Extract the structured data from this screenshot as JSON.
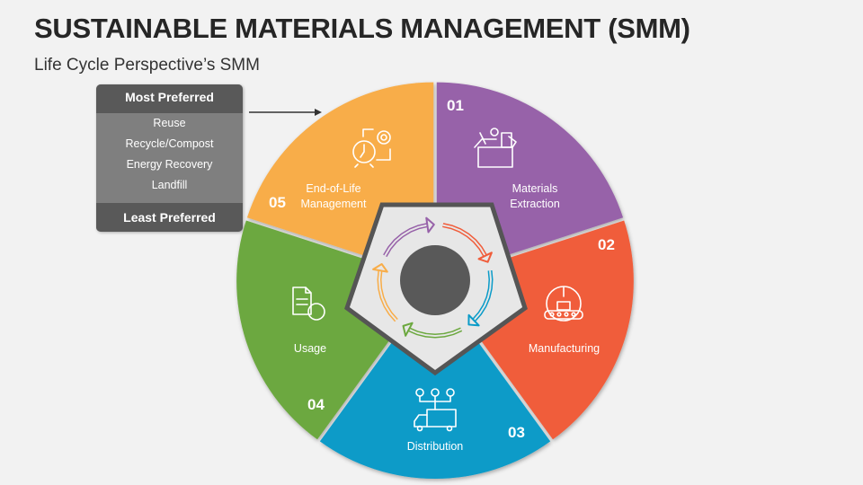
{
  "title": "SUSTAINABLE MATERIALS MANAGEMENT (SMM)",
  "subtitle": "Life Cycle Perspective’s SMM",
  "legend": {
    "top": "Most Preferred",
    "items": [
      "Reuse",
      "Recycle/Compost",
      "Energy Recovery",
      "Landfill"
    ],
    "bottom": "Least Preferred"
  },
  "segments": [
    {
      "num": "01",
      "label_1": "Materials",
      "label_2": "Extraction",
      "color": "#9762a9",
      "icon": "materials-box-icon"
    },
    {
      "num": "02",
      "label_1": "Manufacturing",
      "label_2": "",
      "color": "#f05d3b",
      "icon": "factory-gear-icon"
    },
    {
      "num": "03",
      "label_1": "Distribution",
      "label_2": "",
      "color": "#0a9bc8",
      "icon": "delivery-truck-icon"
    },
    {
      "num": "04",
      "label_1": "Usage",
      "label_2": "",
      "color": "#6ca83f",
      "icon": "document-gear-icon"
    },
    {
      "num": "05",
      "label_1": "End-of-Life",
      "label_2": "Management",
      "color": "#f8ad49",
      "icon": "clock-gear-icon"
    }
  ]
}
